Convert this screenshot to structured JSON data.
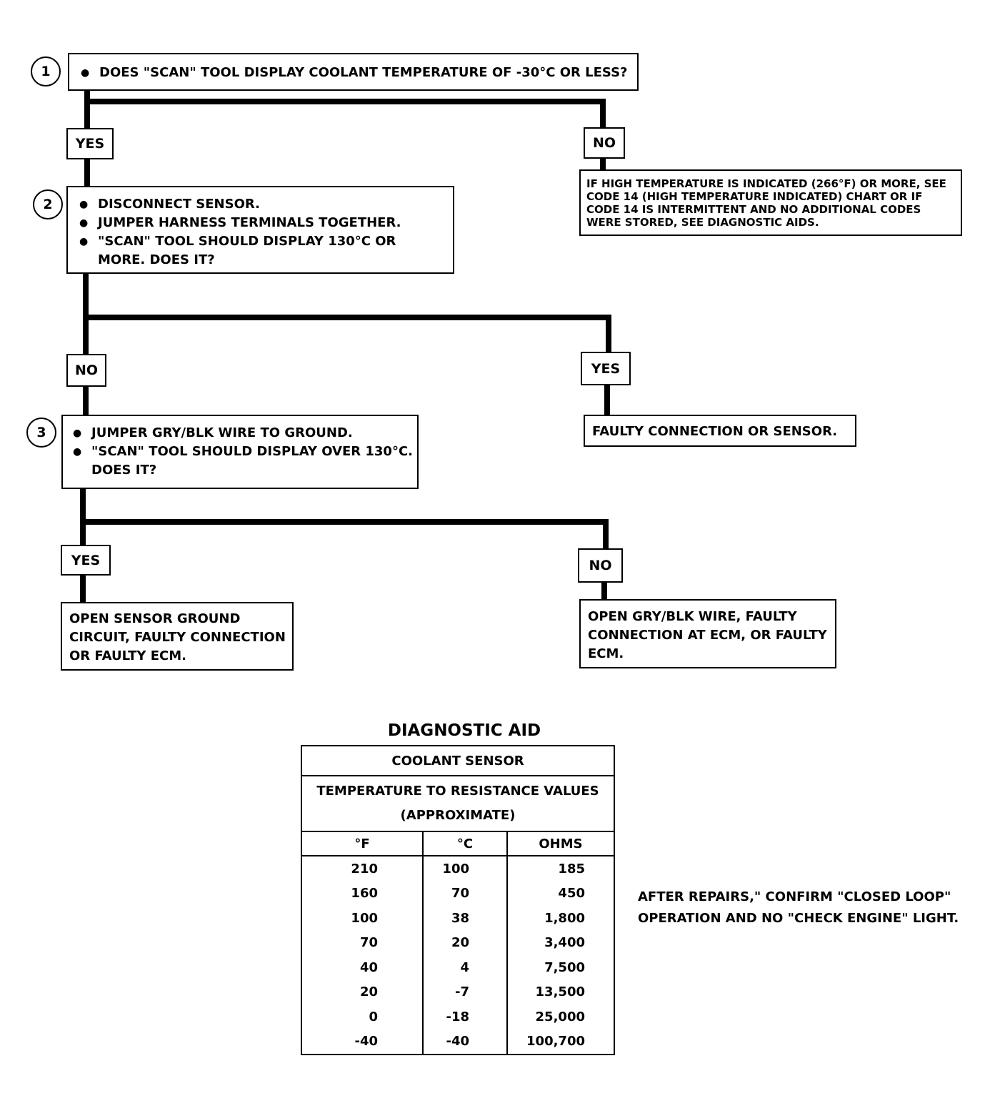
{
  "steps": {
    "s1": {
      "number": "1",
      "items": [
        "DOES \"SCAN\" TOOL DISPLAY COOLANT TEMPERATURE OF -30°C OR LESS?"
      ]
    },
    "s2": {
      "number": "2",
      "items": [
        "DISCONNECT SENSOR.",
        "JUMPER HARNESS TERMINALS TOGETHER.",
        "\"SCAN\" TOOL SHOULD DISPLAY 130°C OR MORE. DOES IT?"
      ]
    },
    "s3": {
      "number": "3",
      "items": [
        "JUMPER GRY/BLK WIRE TO GROUND.",
        "\"SCAN\" TOOL SHOULD DISPLAY OVER 130°C. DOES IT?"
      ]
    }
  },
  "labels": {
    "yes1": "YES",
    "no1": "NO",
    "no2": "NO",
    "yes2": "YES",
    "yes3": "YES",
    "no3": "NO"
  },
  "results": {
    "r1_no": "IF HIGH TEMPERATURE IS INDICATED (266°F) OR MORE, SEE CODE 14 (HIGH TEMPERATURE INDICATED) CHART OR IF CODE 14 IS INTERMITTENT AND NO ADDITIONAL CODES WERE STORED, SEE DIAGNOSTIC AIDS.",
    "r2_yes": "FAULTY CONNECTION OR SENSOR.",
    "r3_yes": "OPEN SENSOR GROUND CIRCUIT, FAULTY CONNECTION OR FAULTY ECM.",
    "r3_no": "OPEN GRY/BLK WIRE, FAULTY CONNECTION AT ECM, OR FAULTY ECM."
  },
  "aid": {
    "title": "DIAGNOSTIC AID",
    "table_title": "COOLANT SENSOR",
    "subtitle": "TEMPERATURE TO RESISTANCE VALUES (APPROXIMATE)",
    "columns": [
      "°F",
      "°C",
      "OHMS"
    ],
    "rows": [
      [
        "210",
        "100",
        "185"
      ],
      [
        "160",
        "70",
        "450"
      ],
      [
        "100",
        "38",
        "1,800"
      ],
      [
        "70",
        "20",
        "3,400"
      ],
      [
        "40",
        "4",
        "7,500"
      ],
      [
        "20",
        "-7",
        "13,500"
      ],
      [
        "0",
        "-18",
        "25,000"
      ],
      [
        "-40",
        "-40",
        "100,700"
      ]
    ]
  },
  "note": "AFTER REPAIRS,\" CONFIRM \"CLOSED LOOP\" OPERATION AND NO \"CHECK ENGINE\" LIGHT."
}
